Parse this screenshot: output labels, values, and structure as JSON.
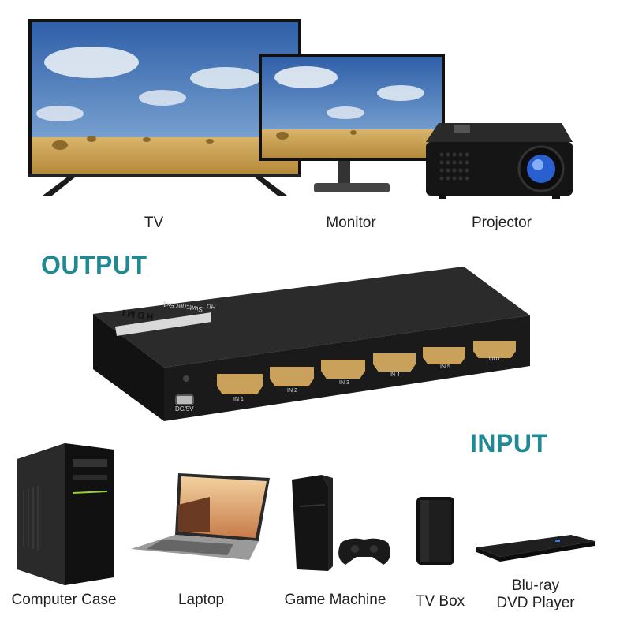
{
  "output_heading": "OUTPUT",
  "input_heading": "INPUT",
  "output_devices": [
    {
      "label": "TV"
    },
    {
      "label": "Monitor"
    },
    {
      "label": "Projector"
    }
  ],
  "switcher": {
    "brand_line1": "HDMI",
    "brand_line2": "Switcher 5x1",
    "brand_tag": "HD",
    "power_label": "DC/5V",
    "ports": [
      "IN 1",
      "IN 2",
      "IN 3",
      "IN 4",
      "IN 5",
      "OUT"
    ]
  },
  "input_devices": [
    {
      "label": "Computer Case"
    },
    {
      "label": "Laptop"
    },
    {
      "label": "Game Machine"
    },
    {
      "label": "TV Box"
    },
    {
      "label": "Blu-ray"
    },
    {
      "label": "DVD Player"
    }
  ],
  "colors": {
    "accent": "#1f8a94",
    "device": "#161616",
    "sky": "#3f73b8",
    "field": "#c9a255"
  }
}
